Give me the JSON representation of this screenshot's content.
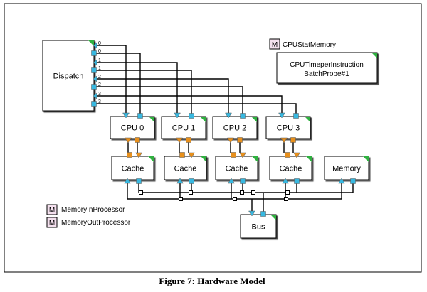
{
  "caption": "Figure 7: Hardware Model",
  "colors": {
    "in_port": "#38b8e0",
    "out_port": "#e8901c",
    "corner_flag": "#30b040",
    "stat_icon_fill": "#f4e0ee",
    "stroke": "#000000"
  },
  "dispatch": {
    "label": "Dispatch",
    "ports": [
      {
        "dir": "out",
        "label": "0"
      },
      {
        "dir": "in",
        "label": "0"
      },
      {
        "dir": "out",
        "label": "1"
      },
      {
        "dir": "in",
        "label": "1"
      },
      {
        "dir": "out",
        "label": "2"
      },
      {
        "dir": "in",
        "label": "2"
      },
      {
        "dir": "out",
        "label": "3"
      },
      {
        "dir": "in",
        "label": "3"
      }
    ]
  },
  "cpus": [
    {
      "label": "CPU 0"
    },
    {
      "label": "CPU 1"
    },
    {
      "label": "CPU 2"
    },
    {
      "label": "CPU 3"
    }
  ],
  "caches": [
    {
      "label": "Cache"
    },
    {
      "label": "Cache"
    },
    {
      "label": "Cache"
    },
    {
      "label": "Cache"
    }
  ],
  "memory": {
    "label": "Memory"
  },
  "bus": {
    "label": "Bus"
  },
  "stat_memory": {
    "icon": "M",
    "label": "CPUStatMemory"
  },
  "probe": {
    "line1": "CPUTimeperInstruction",
    "line2": "BatchProbe#1"
  },
  "legend": [
    {
      "icon": "M",
      "label": "MemoryInProcessor"
    },
    {
      "icon": "M",
      "label": "MemoryOutProcessor"
    }
  ]
}
